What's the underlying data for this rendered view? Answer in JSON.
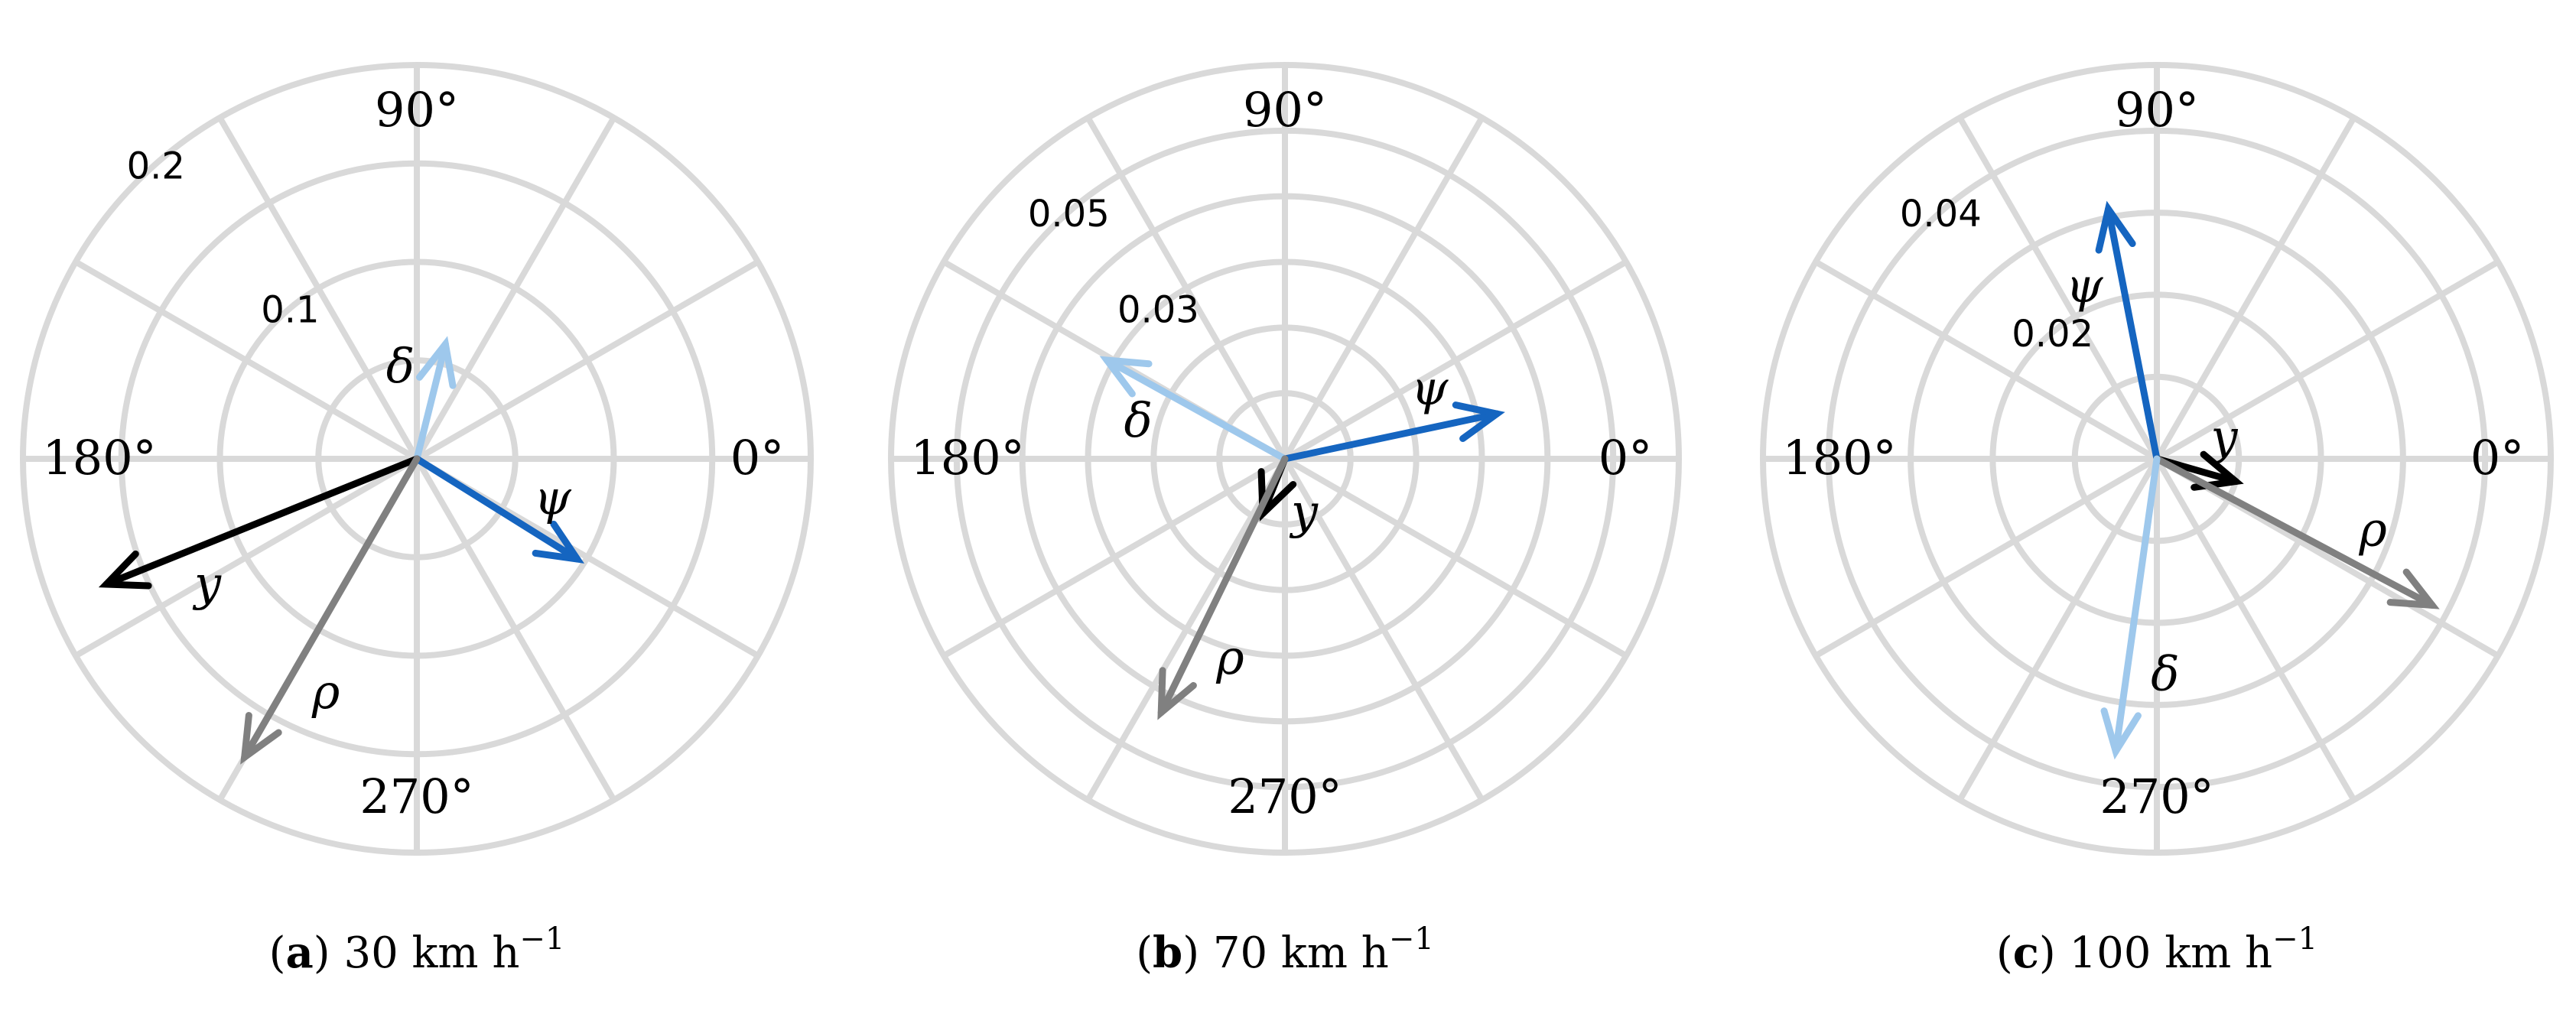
{
  "chart_data": [
    {
      "type": "polar-vector",
      "caption_letter": "a",
      "caption_text": "30 km h",
      "caption_sup": "−1",
      "angle_labels": [
        "90°",
        "180°",
        "0°",
        "270°"
      ],
      "rmax": 0.2,
      "ticks": [
        0.05,
        0.1,
        0.15,
        0.2
      ],
      "tick_labels": [
        {
          "value": 0.2,
          "text": "0.2"
        },
        {
          "value": 0.1,
          "text": "0.1"
        }
      ],
      "vectors": [
        {
          "name": "δ",
          "angle_deg": 76,
          "magnitude": 0.06,
          "color": "#9ec8ec"
        },
        {
          "name": "ψ",
          "angle_deg": -32,
          "magnitude": 0.096,
          "color": "#1565c0"
        },
        {
          "name": "y",
          "angle_deg": 202,
          "magnitude": 0.17,
          "color": "#000000"
        },
        {
          "name": "ρ",
          "angle_deg": 240,
          "magnitude": 0.175,
          "color": "#808080"
        }
      ]
    },
    {
      "type": "polar-vector",
      "caption_letter": "b",
      "caption_text": "70 km h",
      "caption_sup": "−1",
      "angle_labels": [
        "90°",
        "180°",
        "0°",
        "270°"
      ],
      "rmax": 0.06,
      "ticks": [
        0.01,
        0.02,
        0.03,
        0.04,
        0.05,
        0.06
      ],
      "tick_labels": [
        {
          "value": 0.05,
          "text": "0.05"
        },
        {
          "value": 0.03,
          "text": "0.03"
        }
      ],
      "vectors": [
        {
          "name": "ψ",
          "angle_deg": 12,
          "magnitude": 0.033,
          "color": "#1565c0"
        },
        {
          "name": "δ",
          "angle_deg": 151,
          "magnitude": 0.031,
          "color": "#9ec8ec"
        },
        {
          "name": "y",
          "angle_deg": 248,
          "magnitude": 0.009,
          "color": "#000000"
        },
        {
          "name": "ρ",
          "angle_deg": 244,
          "magnitude": 0.043,
          "color": "#808080"
        }
      ]
    },
    {
      "type": "polar-vector",
      "caption_letter": "c",
      "caption_text": "100 km h",
      "caption_sup": "−1",
      "angle_labels": [
        "90°",
        "180°",
        "0°",
        "270°"
      ],
      "rmax": 0.048,
      "ticks": [
        0.01,
        0.02,
        0.03,
        0.04,
        0.048
      ],
      "tick_labels": [
        {
          "value": 0.04,
          "text": "0.04"
        },
        {
          "value": 0.02,
          "text": "0.02"
        }
      ],
      "vectors": [
        {
          "name": "ψ",
          "angle_deg": 101,
          "magnitude": 0.031,
          "color": "#1565c0"
        },
        {
          "name": "y",
          "angle_deg": -16,
          "magnitude": 0.01,
          "color": "#000000"
        },
        {
          "name": "ρ",
          "angle_deg": -28,
          "magnitude": 0.038,
          "color": "#808080"
        },
        {
          "name": "δ",
          "angle_deg": 262,
          "magnitude": 0.036,
          "color": "#9ec8ec"
        }
      ]
    }
  ]
}
